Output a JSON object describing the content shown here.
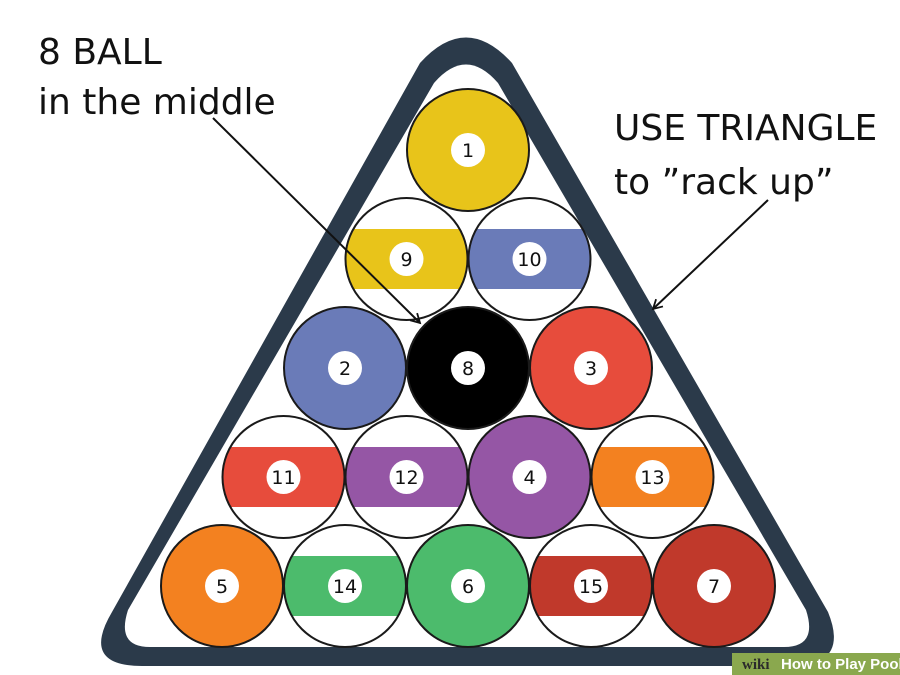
{
  "annotations": {
    "eight_ball_line1": "8 BALL",
    "eight_ball_line2": "in the middle",
    "triangle_line1": "USE TRIANGLE",
    "triangle_line2": "to ”rack up”"
  },
  "colors": {
    "rack_frame": "#2b3a4a",
    "ball_outline": "#1a1a1a",
    "arrow": "#111111",
    "watermark_bg": "#8aa84e"
  },
  "rack": {
    "rows": [
      [
        {
          "number": "1",
          "color": "#e8c41a",
          "type": "solid"
        }
      ],
      [
        {
          "number": "9",
          "color": "#e8c41a",
          "type": "stripe"
        },
        {
          "number": "10",
          "color": "#6a7bb8",
          "type": "stripe"
        }
      ],
      [
        {
          "number": "2",
          "color": "#6a7bb8",
          "type": "solid"
        },
        {
          "number": "8",
          "color": "#000000",
          "type": "solid"
        },
        {
          "number": "3",
          "color": "#e74c3c",
          "type": "solid"
        }
      ],
      [
        {
          "number": "11",
          "color": "#e74c3c",
          "type": "stripe"
        },
        {
          "number": "12",
          "color": "#9556a5",
          "type": "stripe"
        },
        {
          "number": "4",
          "color": "#9556a5",
          "type": "solid"
        },
        {
          "number": "13",
          "color": "#f38120",
          "type": "stripe"
        }
      ],
      [
        {
          "number": "5",
          "color": "#f38120",
          "type": "solid"
        },
        {
          "number": "14",
          "color": "#4cbb6c",
          "type": "stripe"
        },
        {
          "number": "6",
          "color": "#4cbb6c",
          "type": "solid"
        },
        {
          "number": "15",
          "color": "#c0392b",
          "type": "stripe"
        },
        {
          "number": "7",
          "color": "#c0392b",
          "type": "solid"
        }
      ]
    ]
  },
  "watermark": {
    "brand": "wiki",
    "title": "How to Play Pool"
  }
}
